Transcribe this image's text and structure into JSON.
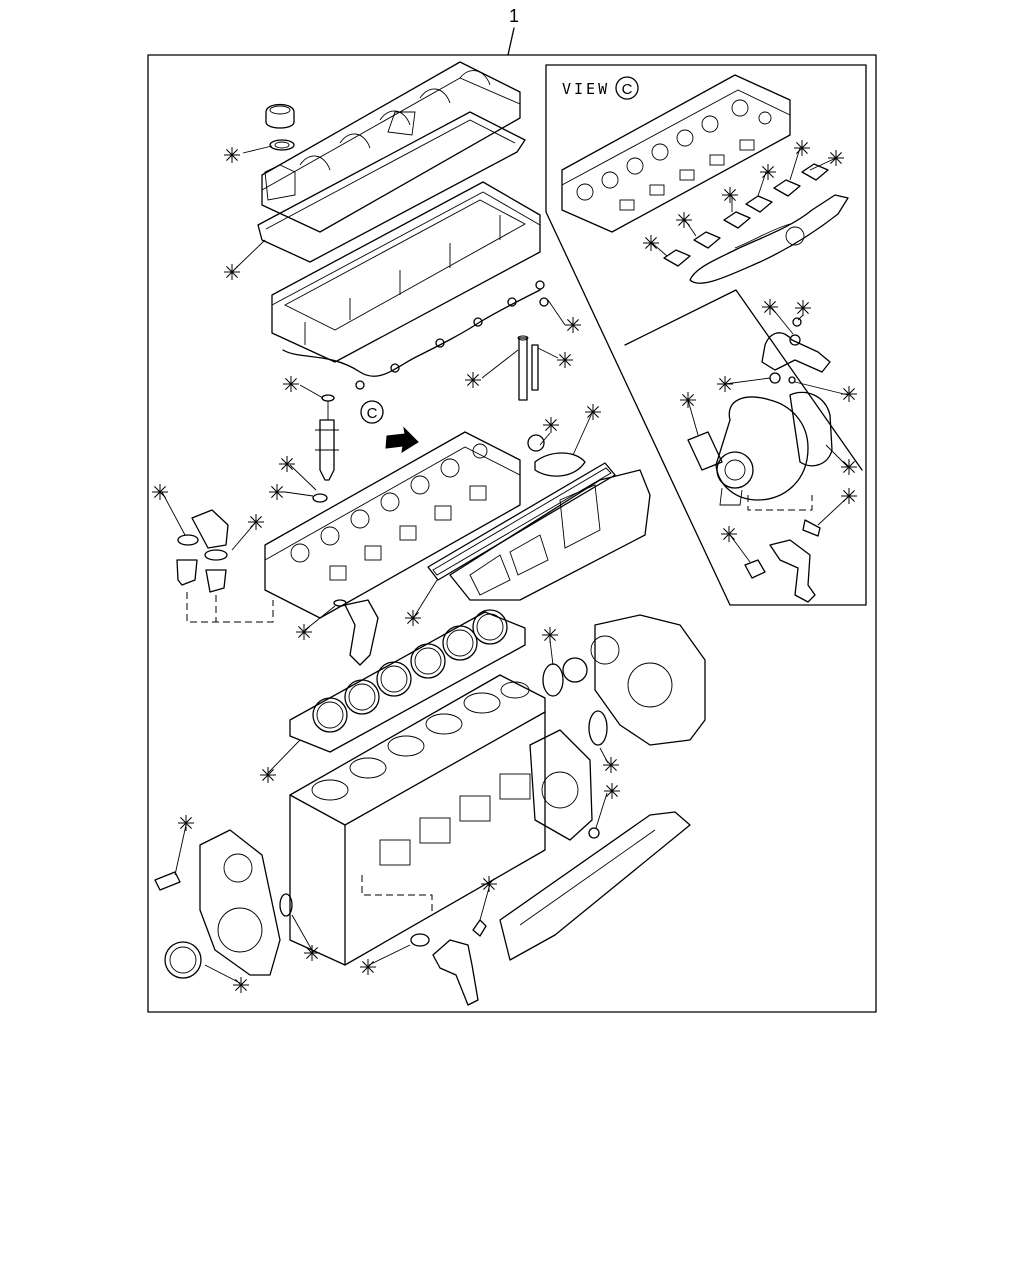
{
  "diagram": {
    "item_number": "1",
    "view_title": "VIEW",
    "view_letter": "C",
    "view_marker": "C",
    "gasket_symbol": "✳"
  }
}
